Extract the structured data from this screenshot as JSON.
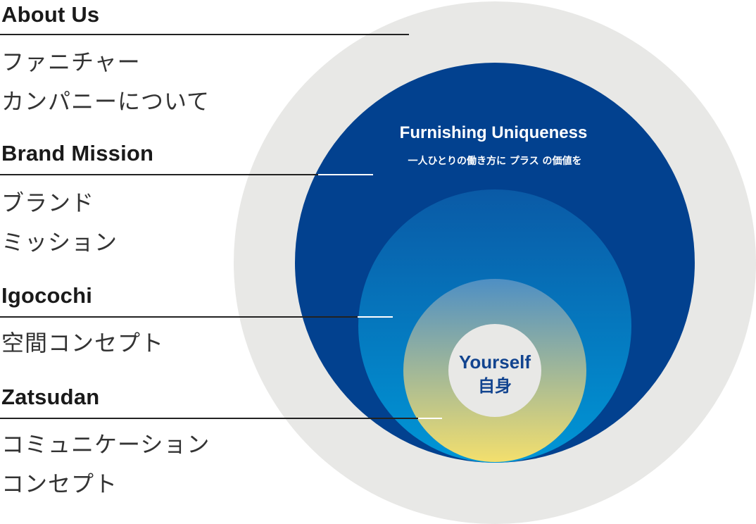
{
  "sections": [
    {
      "title": "About Us",
      "subtitle_lines": [
        "ファニチャー",
        "カンパニーについて"
      ]
    },
    {
      "title": "Brand Mission",
      "subtitle_lines": [
        "ブランド",
        "ミッション"
      ]
    },
    {
      "title": "Igocochi",
      "subtitle_lines": [
        "空間コンセプト"
      ]
    },
    {
      "title": "Zatsudan",
      "subtitle_lines": [
        "コミュニケーション",
        "コンセプト"
      ]
    }
  ],
  "circles": {
    "outer": {
      "color": "#e8e8e6"
    },
    "brand": {
      "title": "Furnishing Uniqueness",
      "subtitle": "一人ひとりの働き方に プラス の価値を",
      "color": "#02418f"
    },
    "igocochi": {
      "color_top": "#0a5aa6",
      "color_bottom": "#0096d6"
    },
    "zatsudan": {
      "color_top": "#4e8fc4",
      "color_bottom": "#f3df6d"
    },
    "core": {
      "title": "Yourself",
      "subtitle": "自身",
      "color": "#e8e8e6",
      "text_color": "#12448f"
    }
  }
}
